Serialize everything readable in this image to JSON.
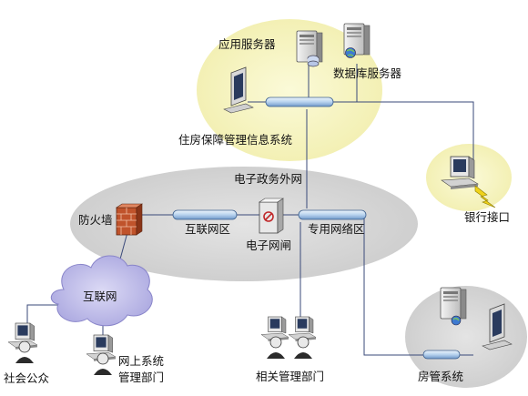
{
  "labels": {
    "app_server": "应用服务器",
    "db_server": "数据库服务器",
    "housing_system": "住房保障管理信息系统",
    "egov_extranet": "电子政务外网",
    "bank_interface": "银行接口",
    "firewall": "防火墙",
    "internet_zone": "互联网区",
    "e_gateway": "电子网闸",
    "private_zone": "专用网络区",
    "internet": "互联网",
    "public": "社会公众",
    "online_mgmt_line1": "网上系统",
    "online_mgmt_line2": "管理部门",
    "related_depts": "相关管理部门",
    "housing_mgmt": "房管系统"
  },
  "colors": {
    "halo": "#f7f5c4",
    "zone_gray": "#d9d9d9",
    "cloud": "#c4c2ea",
    "bus": "#bcd6ef",
    "line": "#3a4a7a",
    "firewall": "#c0532b",
    "lightning": "#f0d21a"
  },
  "icons": [
    "server-icon",
    "db-server-icon",
    "workstation-icon",
    "firewall-icon",
    "gateway-icon",
    "cloud-icon",
    "user-icon",
    "lightning-icon"
  ]
}
